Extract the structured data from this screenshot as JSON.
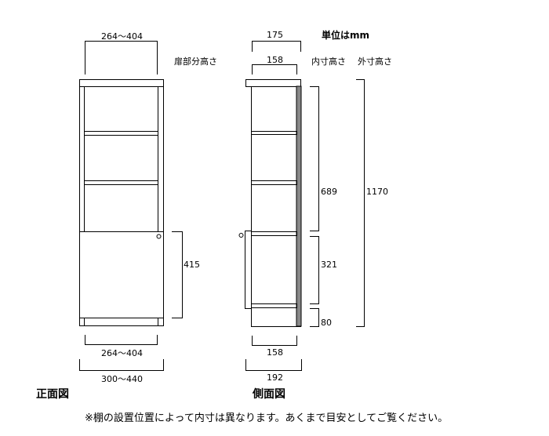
{
  "unit_label": "単位はmm",
  "front": {
    "title": "正面図",
    "top_width": "264〜404",
    "door_height_label": "扉部分高さ",
    "door_height": "415",
    "inner_width": "264〜404",
    "outer_width": "300〜440"
  },
  "side": {
    "title": "側面図",
    "top_depth": "175",
    "inner_depth_top": "158",
    "inner_height_label": "内寸高さ",
    "outer_height_label": "外寸高さ",
    "inner_height_upper": "689",
    "inner_height_lower": "321",
    "plinth_height": "80",
    "outer_height": "1170",
    "inner_depth_bottom": "158",
    "outer_depth": "192"
  },
  "note": "※棚の設置位置によって内寸は異なります。あくまで目安としてご覧ください。"
}
